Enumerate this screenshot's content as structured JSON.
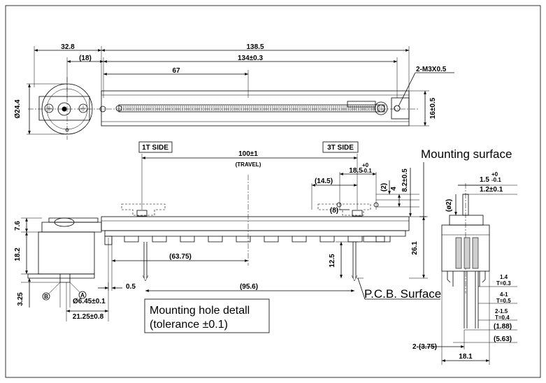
{
  "top_view": {
    "dims": {
      "d32_8": "32.8",
      "d138_5": "138.5",
      "d18": "(18)",
      "d134": "134±0.3",
      "d67": "67",
      "d2m3": "2-M3X0.5",
      "d24_4": "Ø24.4",
      "d16": "16±0.5"
    }
  },
  "side_view": {
    "labels": {
      "side_1t": "1T SIDE",
      "side_3t": "3T SIDE",
      "travel": "100±1",
      "travel_note": "(TRAVEL)"
    },
    "dims": {
      "d18_5": "18.5",
      "d18_5_tol_plus": "+0",
      "d18_5_tol_minus": "-0.1",
      "d14_5": "(14.5)",
      "d2": "(2)",
      "d4": "4",
      "d8_2": "8.2±0.5",
      "d8": "(8)",
      "d7_6": "7.6",
      "d18_2": "18.2",
      "d63_75": "(63.75)",
      "d12_5": "12.5",
      "d26_1": "26.1",
      "d0_5": "0.5",
      "d95_6": "(95.6)",
      "d3_25": "3.25",
      "d6_45": "Ø6.45±0.1",
      "d21_25": "21.25±0.8",
      "mark_b": "B",
      "mark_a": "A"
    },
    "mounting_surface": "Mounting surface",
    "pcb_surface": "P.C.B. Surface"
  },
  "end_view": {
    "dims": {
      "d1_5": "1.5",
      "d1_5_tol_plus": "+0",
      "d1_5_tol_minus": "-0.1",
      "d1_2": "1.2±0.1",
      "d_phi2": "(ø2)",
      "d1_4": "1.4",
      "t0_3": "T=0.3",
      "d4_1": "4-1",
      "t0_5": "T=0.5",
      "d2_1_5": "2-1.5",
      "t0_4": "T=0.4",
      "d1_88": "(1.88)",
      "d5_63": "(5.63)",
      "d2_3_75": "2-(3.75)",
      "d18_1": "18.1"
    }
  },
  "note": {
    "line1": "Mounting hole detall",
    "line2": "(tolerance ±0.1)"
  }
}
